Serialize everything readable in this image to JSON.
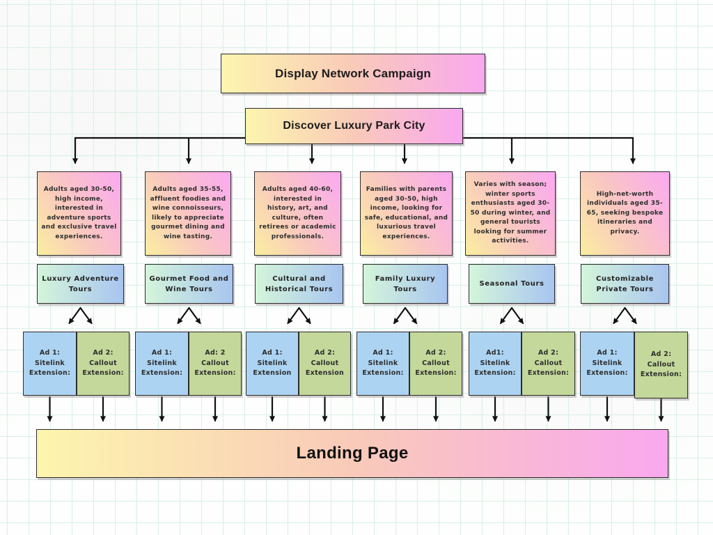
{
  "campaign": {
    "label": "Display Network Campaign"
  },
  "subcampaign": {
    "label": "Discover Luxury Park City"
  },
  "landing": {
    "label": "Landing Page"
  },
  "columns": [
    {
      "audience": "Adults aged 30-50, high income, interested in adventure sports and exclusive travel experiences.",
      "ad_group": "Luxury Adventure Tours",
      "ad1": "Ad 1: Sitelink Extension:",
      "ad2": "Ad 2: Callout Extension:"
    },
    {
      "audience": "Adults aged 35-55, affluent foodies and wine connoisseurs, likely to appreciate gourmet dining and wine tasting.",
      "ad_group": "Gourmet Food and Wine Tours",
      "ad1": "Ad 1: Sitelink Extension:",
      "ad2": "Ad: 2 Callout Extension:"
    },
    {
      "audience": "Adults aged 40-60, interested in history, art, and culture, often retirees or academic professionals.",
      "ad_group": "Cultural and Historical Tours",
      "ad1": "Ad 1: Sitelink Extension",
      "ad2": "Ad 2: Callout Extension"
    },
    {
      "audience": "Families with parents aged 30-50, high income, looking for safe, educational, and luxurious travel experiences.",
      "ad_group": "Family Luxury Tours",
      "ad1": "Ad 1: Sitelink Extension:",
      "ad2": "Ad 2: Callout Extension:"
    },
    {
      "audience": "Varies with season; winter sports enthusiasts aged 30-50 during winter, and general tourists looking for summer activities.",
      "ad_group": "Seasonal Tours",
      "ad1": "Ad1: Sitelink Extension:",
      "ad2": "Ad 2: Callout Extension:"
    },
    {
      "audience": "High-net-worth individuals aged 35-65, seeking bespoke itineraries and privacy.",
      "ad_group": "Customizable Private Tours",
      "ad1": "Ad 1: Sitelink Extension:",
      "ad2": "Ad 2: Callout Extension:"
    }
  ],
  "colors": {
    "gradient_yellow": "#fdf5ae",
    "gradient_peach": "#f9cab9",
    "gradient_pink": "#f9a8ef",
    "gradient_green": "#d4f5da",
    "gradient_blue": "#a8c5f0",
    "ad_blue": "#acd3f2",
    "ad_green": "#c3d89a",
    "border": "#2b2b2b",
    "arrow": "#111111",
    "grid_line": "#d8efe7",
    "paper": "#fdfefd"
  }
}
